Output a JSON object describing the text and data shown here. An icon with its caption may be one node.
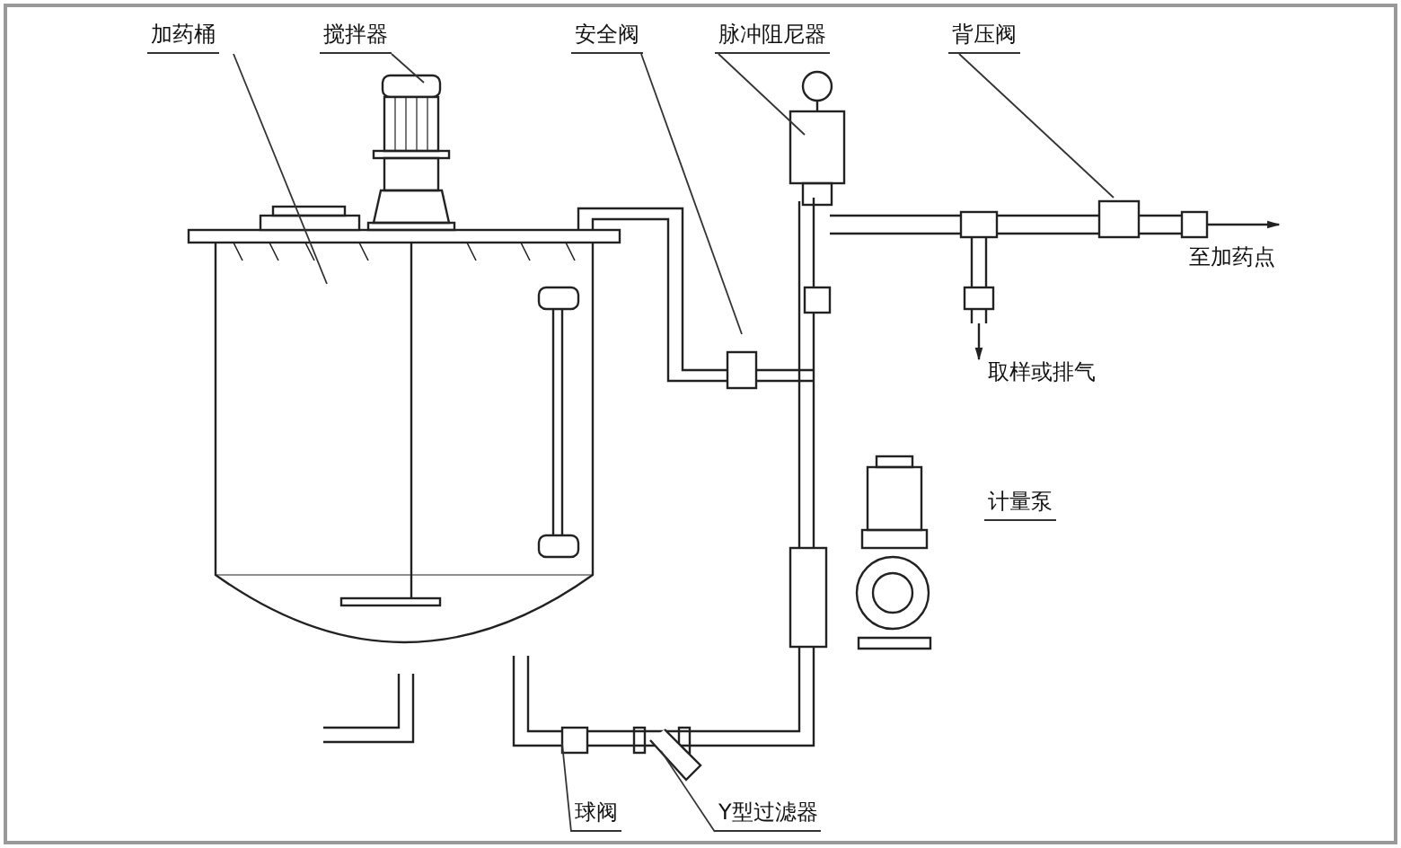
{
  "diagram": {
    "nodes": [
      {
        "text": [
          "加药桶"
        ]
      },
      {
        "text": [
          "搅拌器"
        ]
      },
      {
        "text": [
          "安全阀"
        ]
      },
      {
        "text": [
          "脉冲阻尼器"
        ]
      },
      {
        "text": [
          "背压阀"
        ]
      },
      {
        "text": [
          "球阀"
        ]
      },
      {
        "text": [
          "Y型过滤器"
        ]
      }
    ],
    "edges": [
      {
        "from": 0,
        "to": null,
        "arrow": "none"
      },
      {
        "from": 1,
        "to": null,
        "arrow": "none"
      },
      {
        "from": 2,
        "to": null,
        "arrow": "none"
      },
      {
        "from": 3,
        "to": null,
        "arrow": "none"
      },
      {
        "from": 4,
        "to": null,
        "arrow": "none"
      },
      {
        "from": 5,
        "to": null,
        "arrow": "none"
      },
      {
        "from": 6,
        "to": null,
        "arrow": "none"
      }
    ],
    "labels": [
      "至加药点",
      "取样或排气",
      "计量泵"
    ]
  }
}
